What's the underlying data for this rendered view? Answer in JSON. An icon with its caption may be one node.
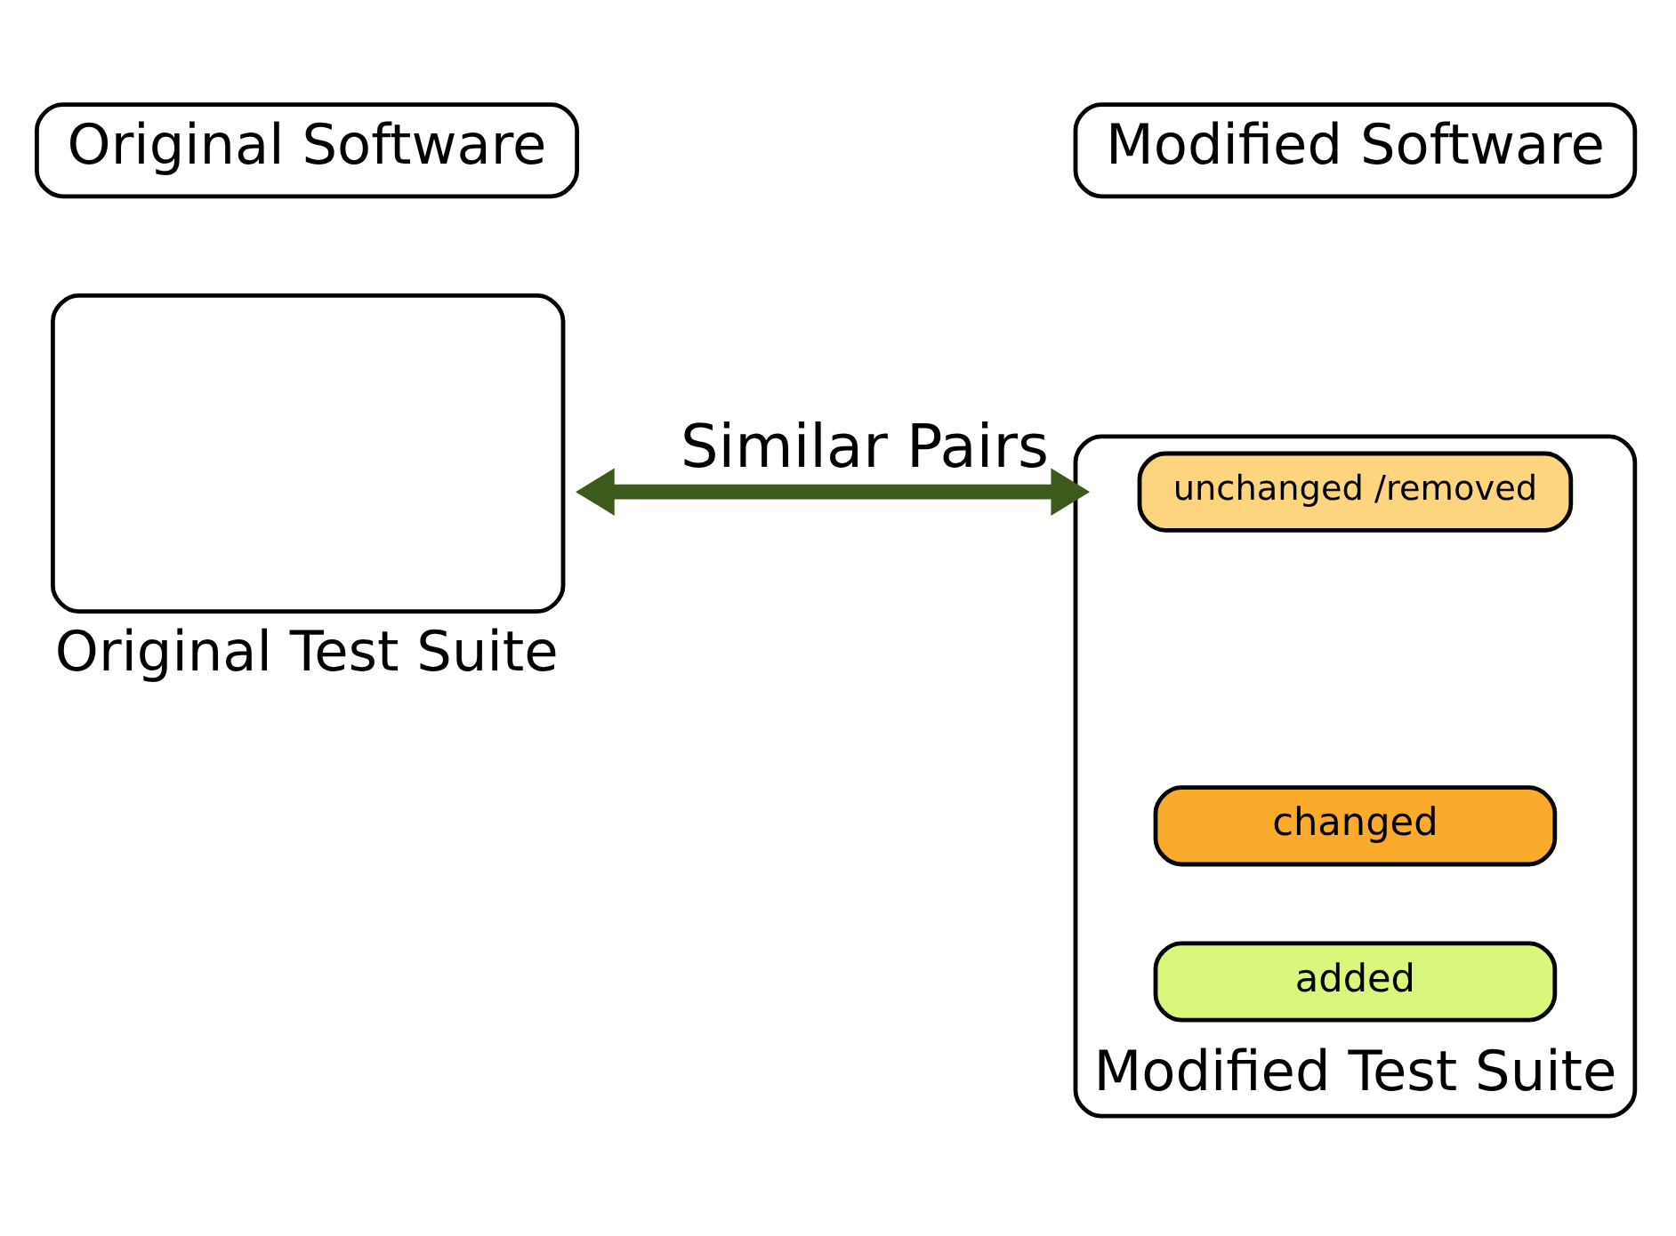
{
  "diagram": {
    "nodes": [
      {
        "text": [
          "Original Software"
        ]
      },
      {
        "text": [
          "Modified Software"
        ]
      },
      {
        "text": [
          "Original Test Suite"
        ]
      },
      {
        "text": [
          "Modified Test Suite"
        ]
      },
      {
        "text": [
          "unchanged /removed"
        ],
        "in": 3
      },
      {
        "text": [
          "changed"
        ],
        "in": 3
      },
      {
        "text": [
          "added"
        ],
        "in": 3
      }
    ],
    "edges": [
      {
        "from": 2,
        "to": 3,
        "arrow": "both",
        "label": "Similar Pairs",
        "color": "#3b5a1c"
      }
    ]
  }
}
